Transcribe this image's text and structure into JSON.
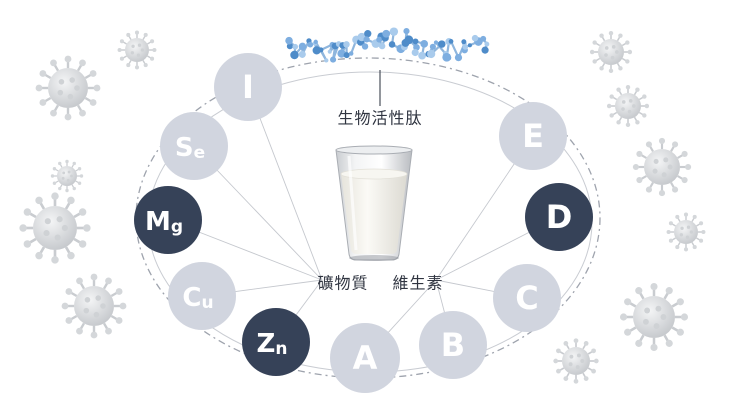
{
  "labels": {
    "peptide": "生物活性肽",
    "minerals": "礦物質",
    "vitamins": "維生素"
  },
  "colors": {
    "light_fill": "#d1d5df",
    "dark_fill": "#364258",
    "light_text": "#ffffff",
    "ring_line": "#9ea3ad",
    "peptide_blue": "#6fa4d8",
    "virus": "#d6d8da"
  },
  "nutrients": [
    {
      "id": "I",
      "main": "I",
      "sub": "",
      "tone": "light"
    },
    {
      "id": "Se",
      "main": "S",
      "sub": "e",
      "tone": "light"
    },
    {
      "id": "Mg",
      "main": "M",
      "sub": "g",
      "tone": "dark"
    },
    {
      "id": "Cu",
      "main": "C",
      "sub": "u",
      "tone": "light"
    },
    {
      "id": "Zn",
      "main": "Z",
      "sub": "n",
      "tone": "dark"
    },
    {
      "id": "A",
      "main": "A",
      "sub": "",
      "tone": "light"
    },
    {
      "id": "B",
      "main": "B",
      "sub": "",
      "tone": "light"
    },
    {
      "id": "C",
      "main": "C",
      "sub": "",
      "tone": "light"
    },
    {
      "id": "D",
      "main": "D",
      "sub": "",
      "tone": "dark"
    },
    {
      "id": "E",
      "main": "E",
      "sub": "",
      "tone": "light"
    }
  ],
  "icons": {
    "center": "milk-glass-icon",
    "top": "peptide-molecule-icon",
    "background": "virus-icon"
  }
}
